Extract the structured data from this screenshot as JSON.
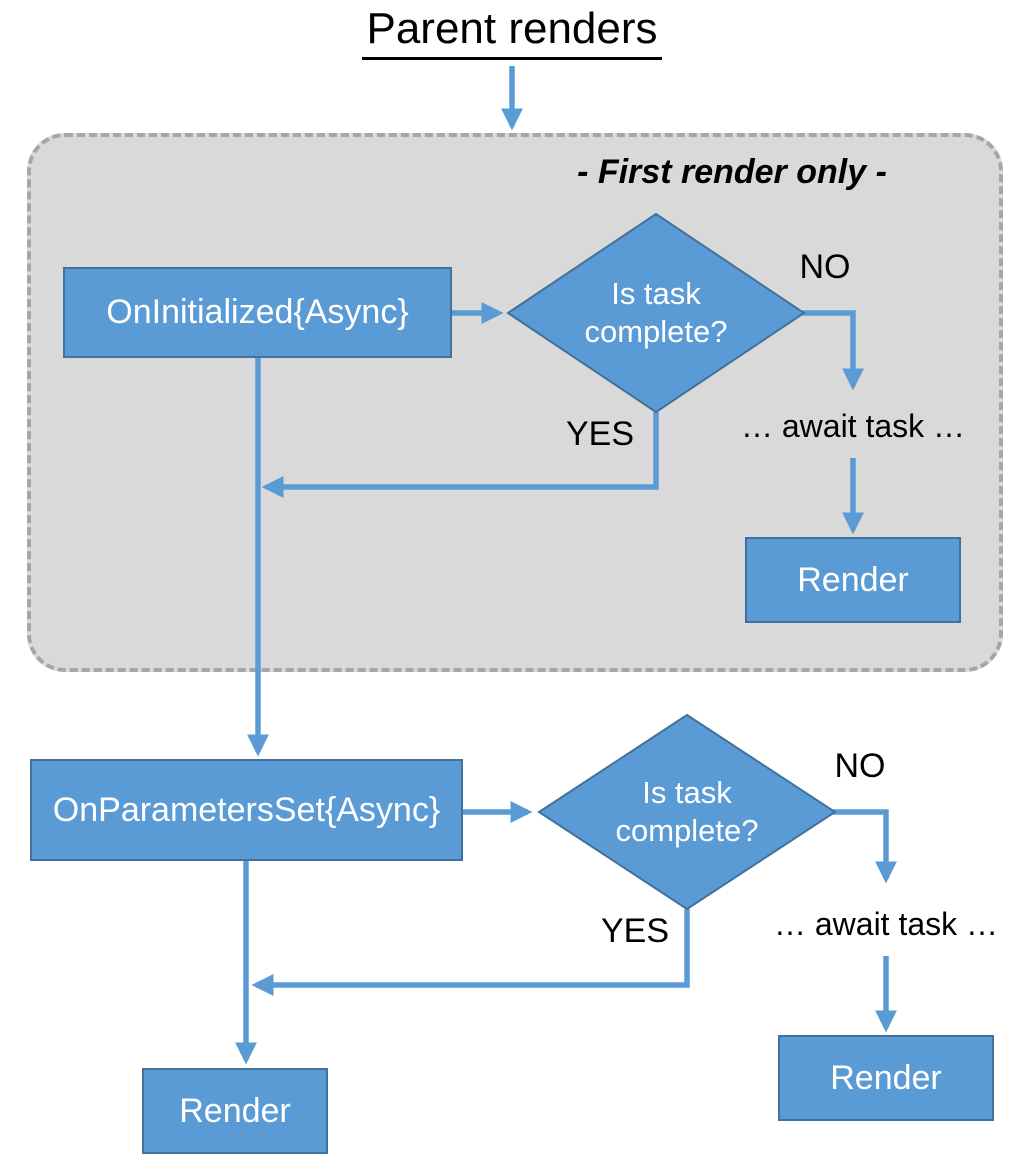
{
  "title": "Parent renders",
  "group1": {
    "label": "- First render only -",
    "on_initialized": "OnInitialized{Async}",
    "decision": "Is task complete?",
    "no": "NO",
    "yes": "YES",
    "await": "… await task …",
    "render": "Render"
  },
  "group2": {
    "on_parameters_set": "OnParametersSet{Async}",
    "decision": "Is task complete?",
    "no": "NO",
    "yes": "YES",
    "await": "… await task …",
    "render": "Render",
    "final_render": "Render"
  },
  "colors": {
    "node_fill": "#5B9BD5",
    "node_border": "#41719C",
    "connector": "#5B9BD5",
    "group_fill": "#D9D9D9",
    "group_border": "#A6A6A6",
    "text_dark": "#000000",
    "text_light": "#FFFFFF"
  }
}
